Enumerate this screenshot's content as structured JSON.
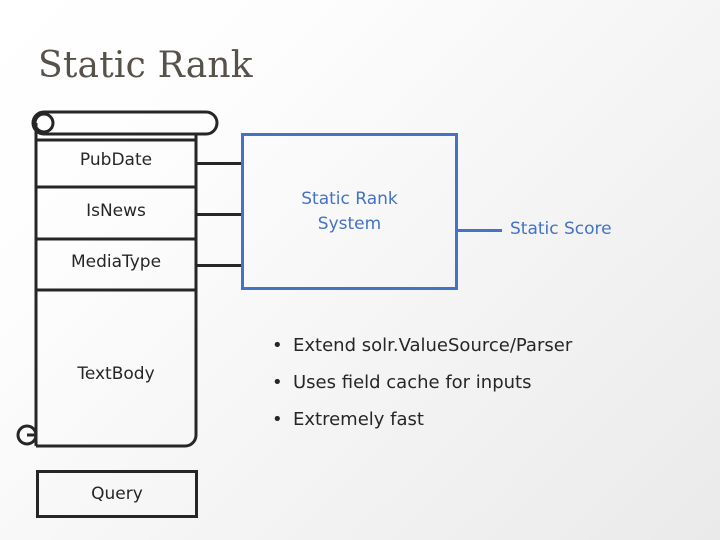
{
  "slide": {
    "title": "Static Rank",
    "background_start": "#ffffff",
    "background_end": "#eaeaea",
    "title_color": "#56524a"
  },
  "scroll": {
    "name": "document-scroll",
    "outline_color": "#262626",
    "fields": [
      {
        "label": "PubDate"
      },
      {
        "label": "IsNews"
      },
      {
        "label": "MediaType"
      },
      {
        "label": "TextBody"
      }
    ]
  },
  "static_rank_box": {
    "label": "Static Rank\nSystem",
    "color": "#4472c4"
  },
  "static_score": {
    "label": "Static Score",
    "color": "#4472c4"
  },
  "bullets": [
    "Extend solr.ValueSource/Parser",
    "Uses field cache for inputs",
    "Extremely fast"
  ],
  "query_box": {
    "label": "Query",
    "color": "#262626"
  }
}
